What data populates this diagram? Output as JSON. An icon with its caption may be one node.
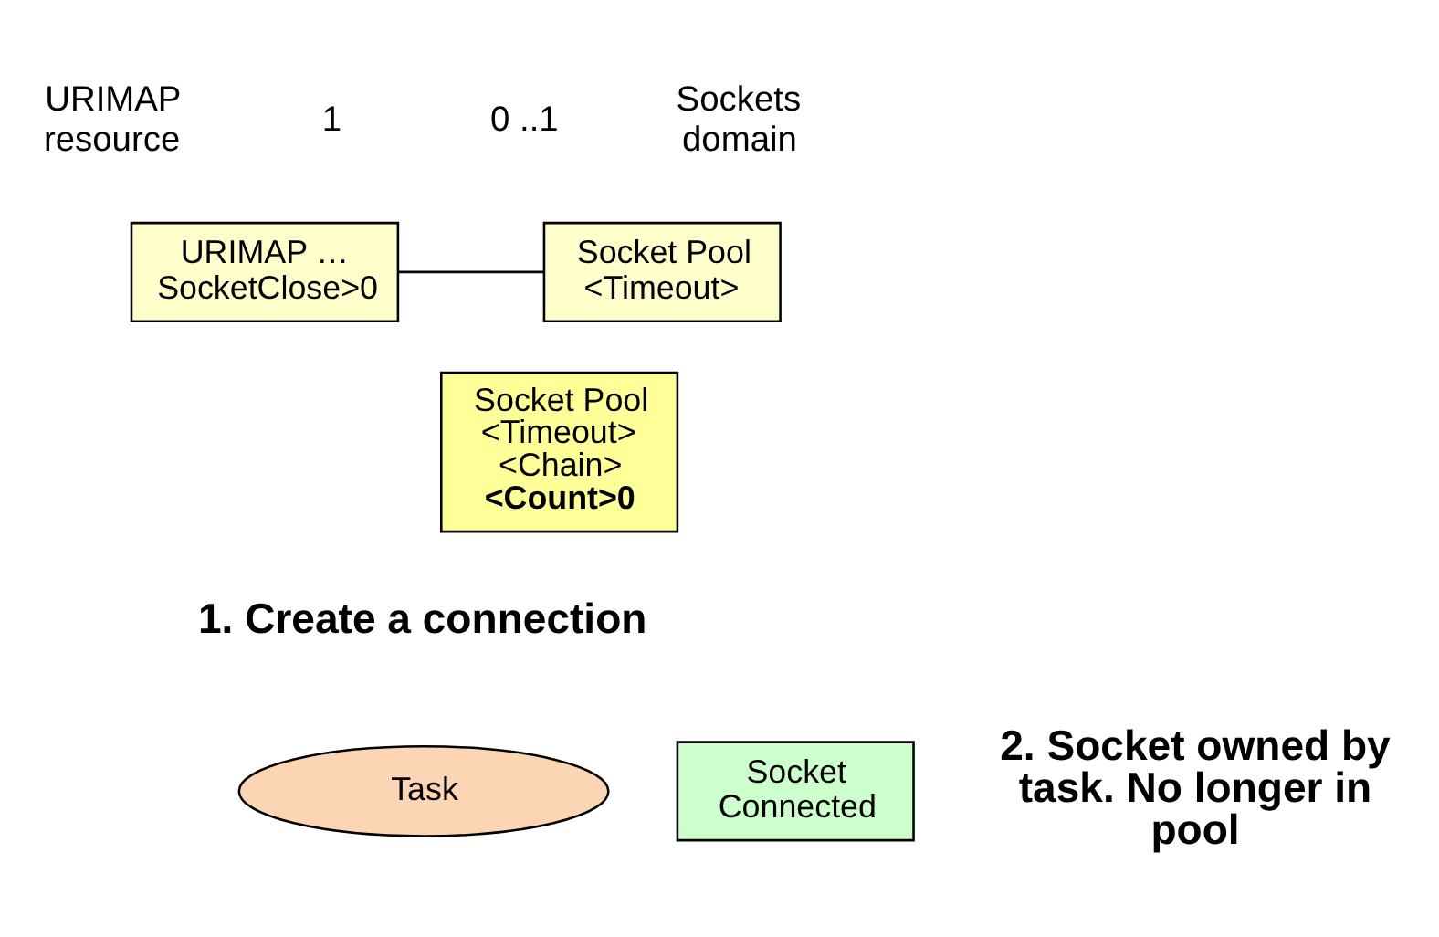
{
  "diagram": {
    "nodes": [
      {
        "text": [
          "URIMAP … SocketClose>0"
        ],
        "beside": [
          "URIMAP resource"
        ]
      },
      {
        "text": [
          "Socket Pool <Timeout>"
        ],
        "beside": [
          "Sockets domain"
        ]
      },
      {
        "text": [
          "Socket Pool <Timeout> <Chain>",
          "<Count>0"
        ]
      },
      {
        "text": [
          "Task"
        ]
      },
      {
        "text": [
          "Socket Connected"
        ]
      }
    ],
    "edges": [
      {
        "from": 0,
        "to": 1,
        "arrow": "none"
      }
    ],
    "labels": [
      "1",
      "0 ..1",
      "1. Create a connection",
      "2. Socket owned by task. No longer in pool"
    ]
  }
}
